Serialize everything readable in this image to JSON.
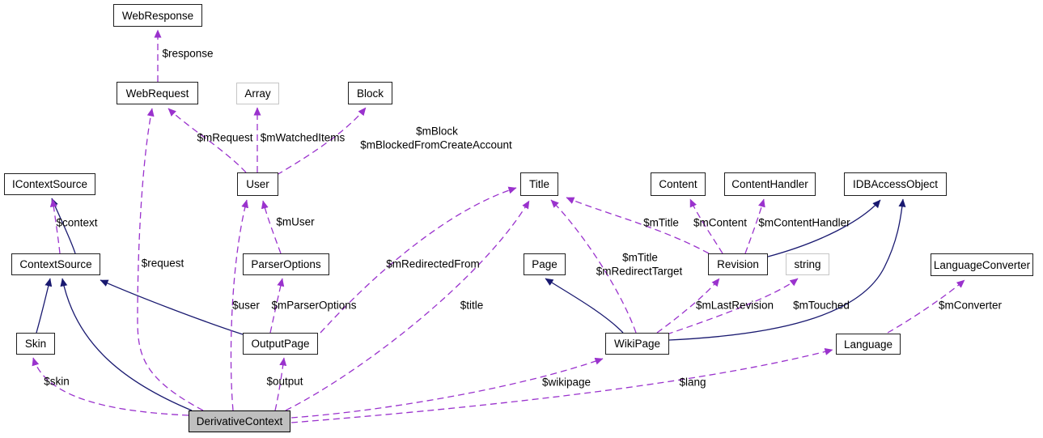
{
  "diagram": {
    "type": "collaboration-graph",
    "nodes": {
      "webresponse": "WebResponse",
      "webrequest": "WebRequest",
      "array": "Array",
      "block": "Block",
      "icontextsource": "IContextSource",
      "user": "User",
      "title": "Title",
      "content": "Content",
      "contenthandler": "ContentHandler",
      "idbaccessobject": "IDBAccessObject",
      "contextsource": "ContextSource",
      "parseroptions": "ParserOptions",
      "page": "Page",
      "revision": "Revision",
      "string": "string",
      "languageconverter": "LanguageConverter",
      "skin": "Skin",
      "outputpage": "OutputPage",
      "wikipage": "WikiPage",
      "language": "Language",
      "derivativecontext": "DerivativeContext"
    },
    "edge_labels": {
      "response": "$response",
      "m_request": "$mRequest",
      "m_watched_items": "$mWatchedItems",
      "m_block": "$mBlock",
      "m_blocked_from_create_account": "$mBlockedFromCreateAccount",
      "context": "$context",
      "request": "$request",
      "m_user": "$mUser",
      "user": "$user",
      "m_parser_options": "$mParserOptions",
      "m_redirected_from": "$mRedirectedFrom",
      "title": "$title",
      "m_title_wikipage": "$mTitle",
      "m_redirect_target": "$mRedirectTarget",
      "m_title_revision": "$mTitle",
      "m_content": "$mContent",
      "m_content_handler": "$mContentHandler",
      "m_last_revision": "$mLastRevision",
      "m_touched": "$mTouched",
      "m_converter": "$mConverter",
      "skin": "$skin",
      "output": "$output",
      "wikipage": "$wikipage",
      "lang": "$lang"
    },
    "colors": {
      "dependency_edge": "#9a32cd",
      "inheritance_edge": "#191970",
      "node_fill": "#ffffff",
      "current_node_fill": "#bfbfbf",
      "node_border": "#1f1f1f",
      "external_node_border": "#c6c6c6"
    }
  }
}
